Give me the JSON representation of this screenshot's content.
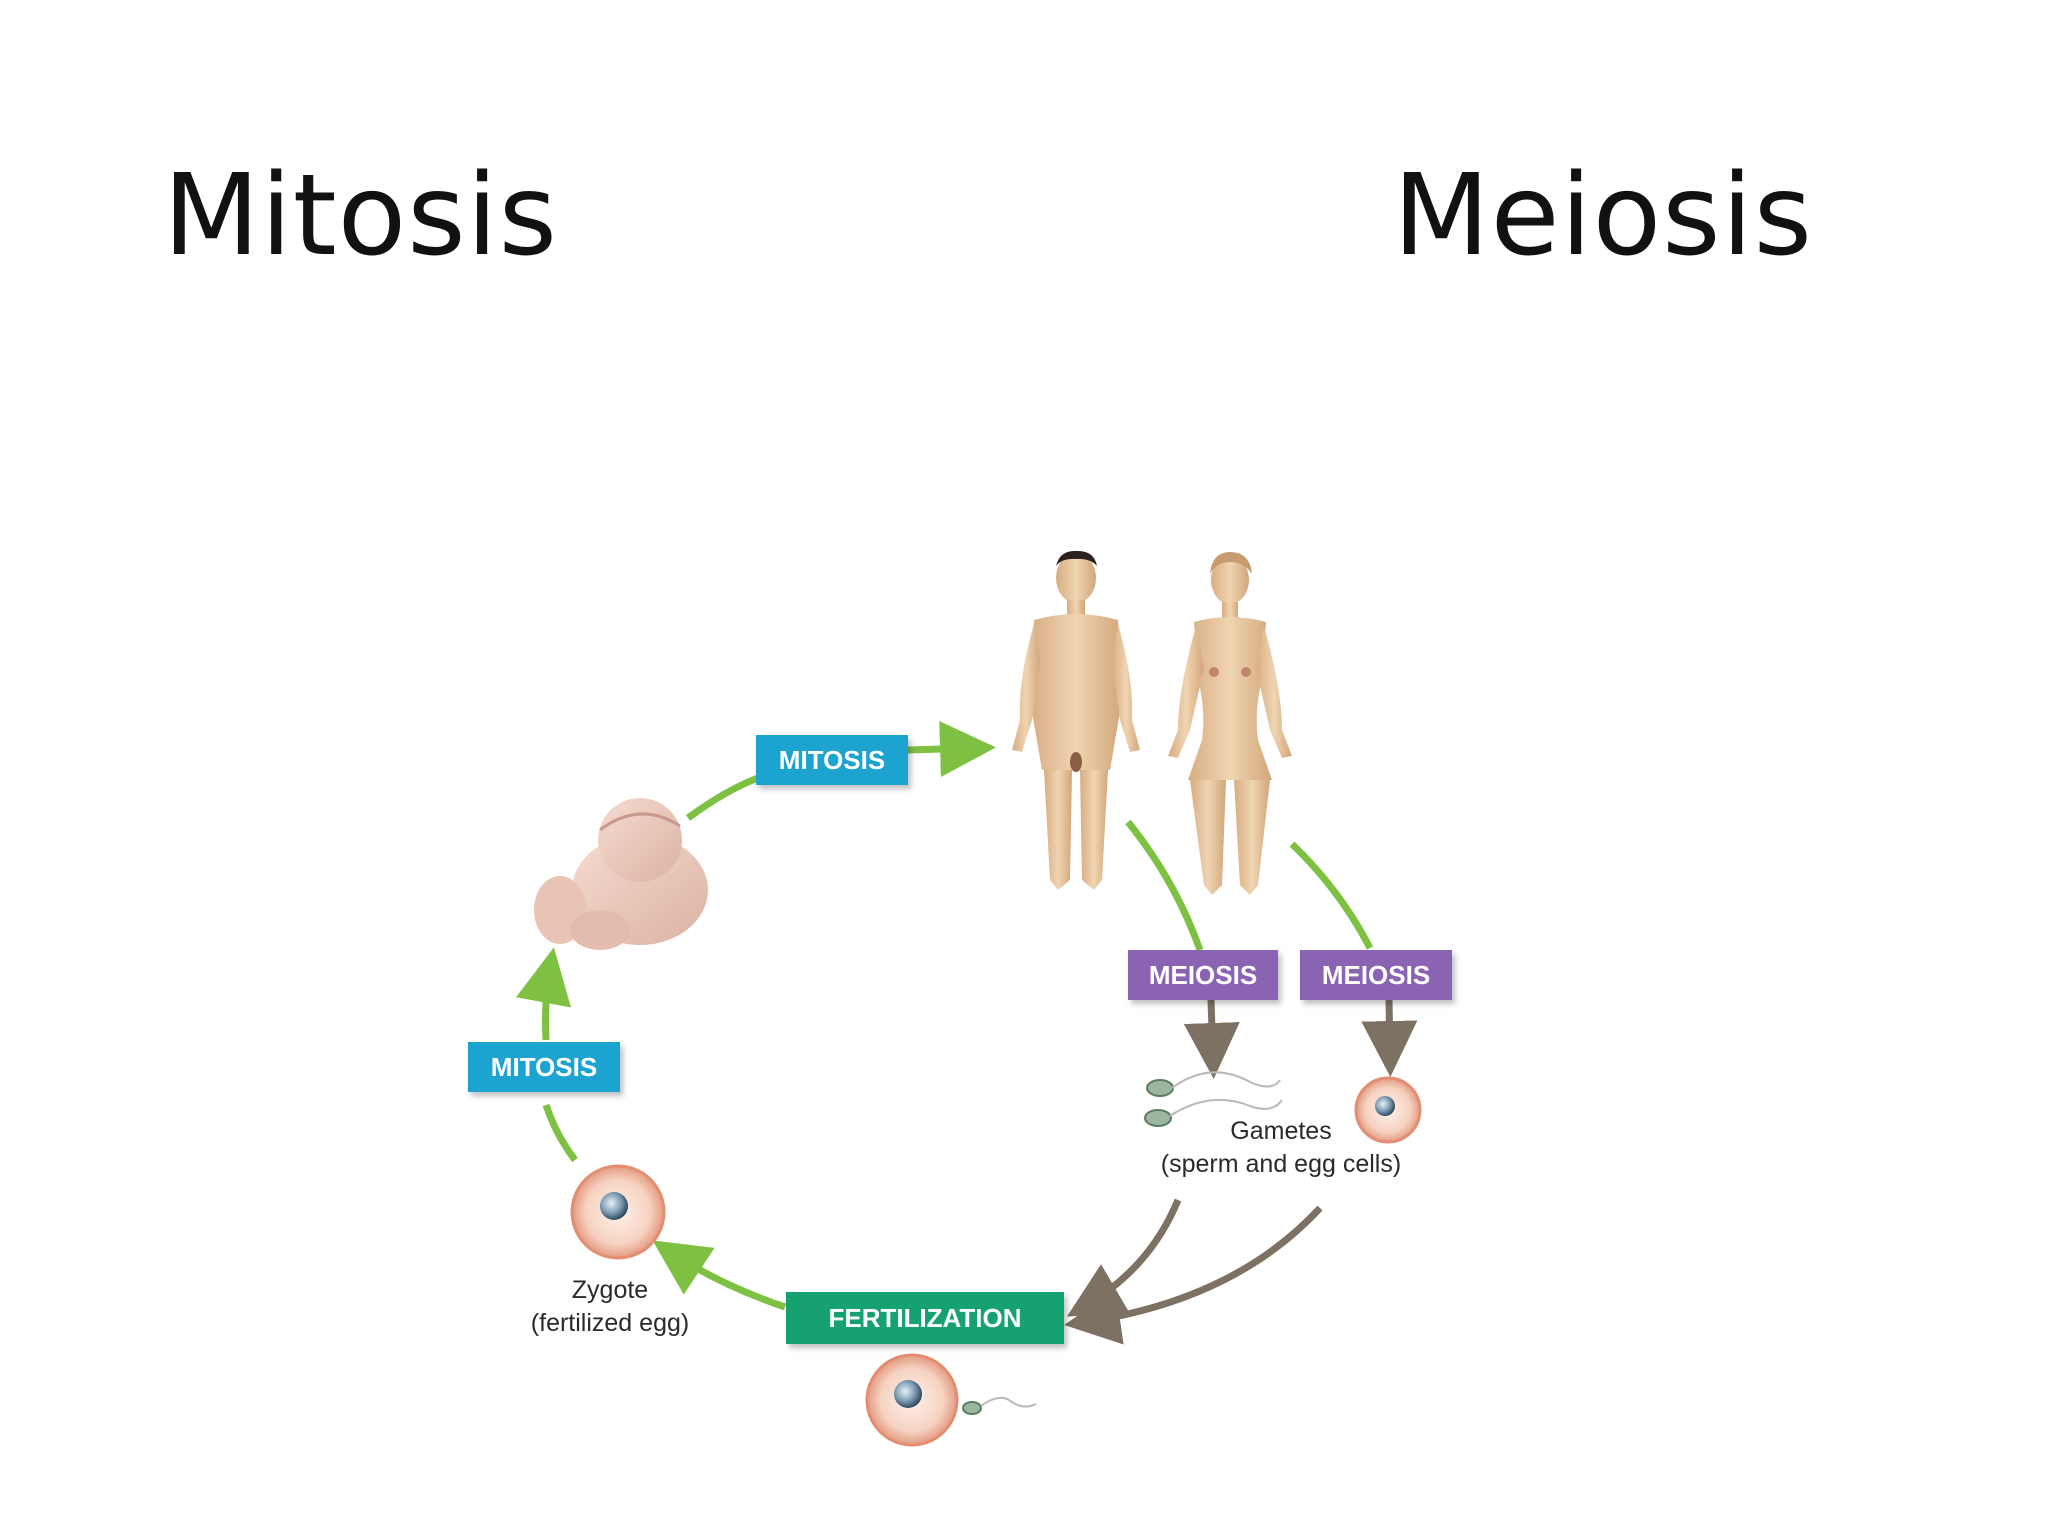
{
  "slide": {
    "title_left": "Mitosis",
    "title_right": "Meiosis"
  },
  "diagram": {
    "labels": {
      "mitosis_top": "MITOSIS",
      "mitosis_left": "MITOSIS",
      "meiosis_male": "MEIOSIS",
      "meiosis_female": "MEIOSIS",
      "fertilization": "FERTILIZATION"
    },
    "captions": {
      "gametes_line1": "Gametes",
      "gametes_line2": "(sperm and egg cells)",
      "zygote_line1": "Zygote",
      "zygote_line2": "(fertilized egg)"
    },
    "colors": {
      "mitosis": "#1ca3d0",
      "meiosis": "#8a63b3",
      "fertilization": "#14a26f",
      "green_arrow": "#7ec142",
      "brown_arrow": "#7d7163",
      "skin": "#e9c9a3",
      "cell": "#f4cdbb"
    },
    "icons": [
      "baby-icon",
      "male-figure-icon",
      "female-figure-icon",
      "sperm-icon",
      "egg-cell-icon",
      "zygote-icon",
      "fertilization-cell-icon"
    ]
  }
}
